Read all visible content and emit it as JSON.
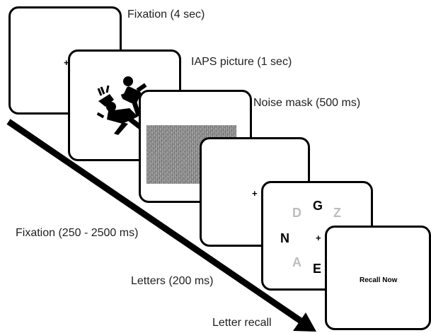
{
  "labels": {
    "fixation_1": "Fixation (4 sec)",
    "iaps": "IAPS picture (1 sec)",
    "noise_mask": "Noise mask (500 ms)",
    "fixation_2": "Fixation (250 - 2500 ms)",
    "letters": "Letters (200 ms)",
    "letter_recall": "Letter recall"
  },
  "fixation_symbol": "+",
  "letters_display": {
    "center": "+",
    "target_letters": [
      "G",
      "N",
      "E"
    ],
    "distractor_letters": [
      "D",
      "Z",
      "A"
    ],
    "target_color": "#000000",
    "distractor_color": "#bdbdbd"
  },
  "recall_screen": {
    "text": "Recall Now"
  },
  "iaps_picture": {
    "content": "black silhouette pictogram of a violent scene"
  },
  "colors": {
    "frame_border": "#000000",
    "noise_mask": "#8a8a8a",
    "arrow": "#000000"
  }
}
